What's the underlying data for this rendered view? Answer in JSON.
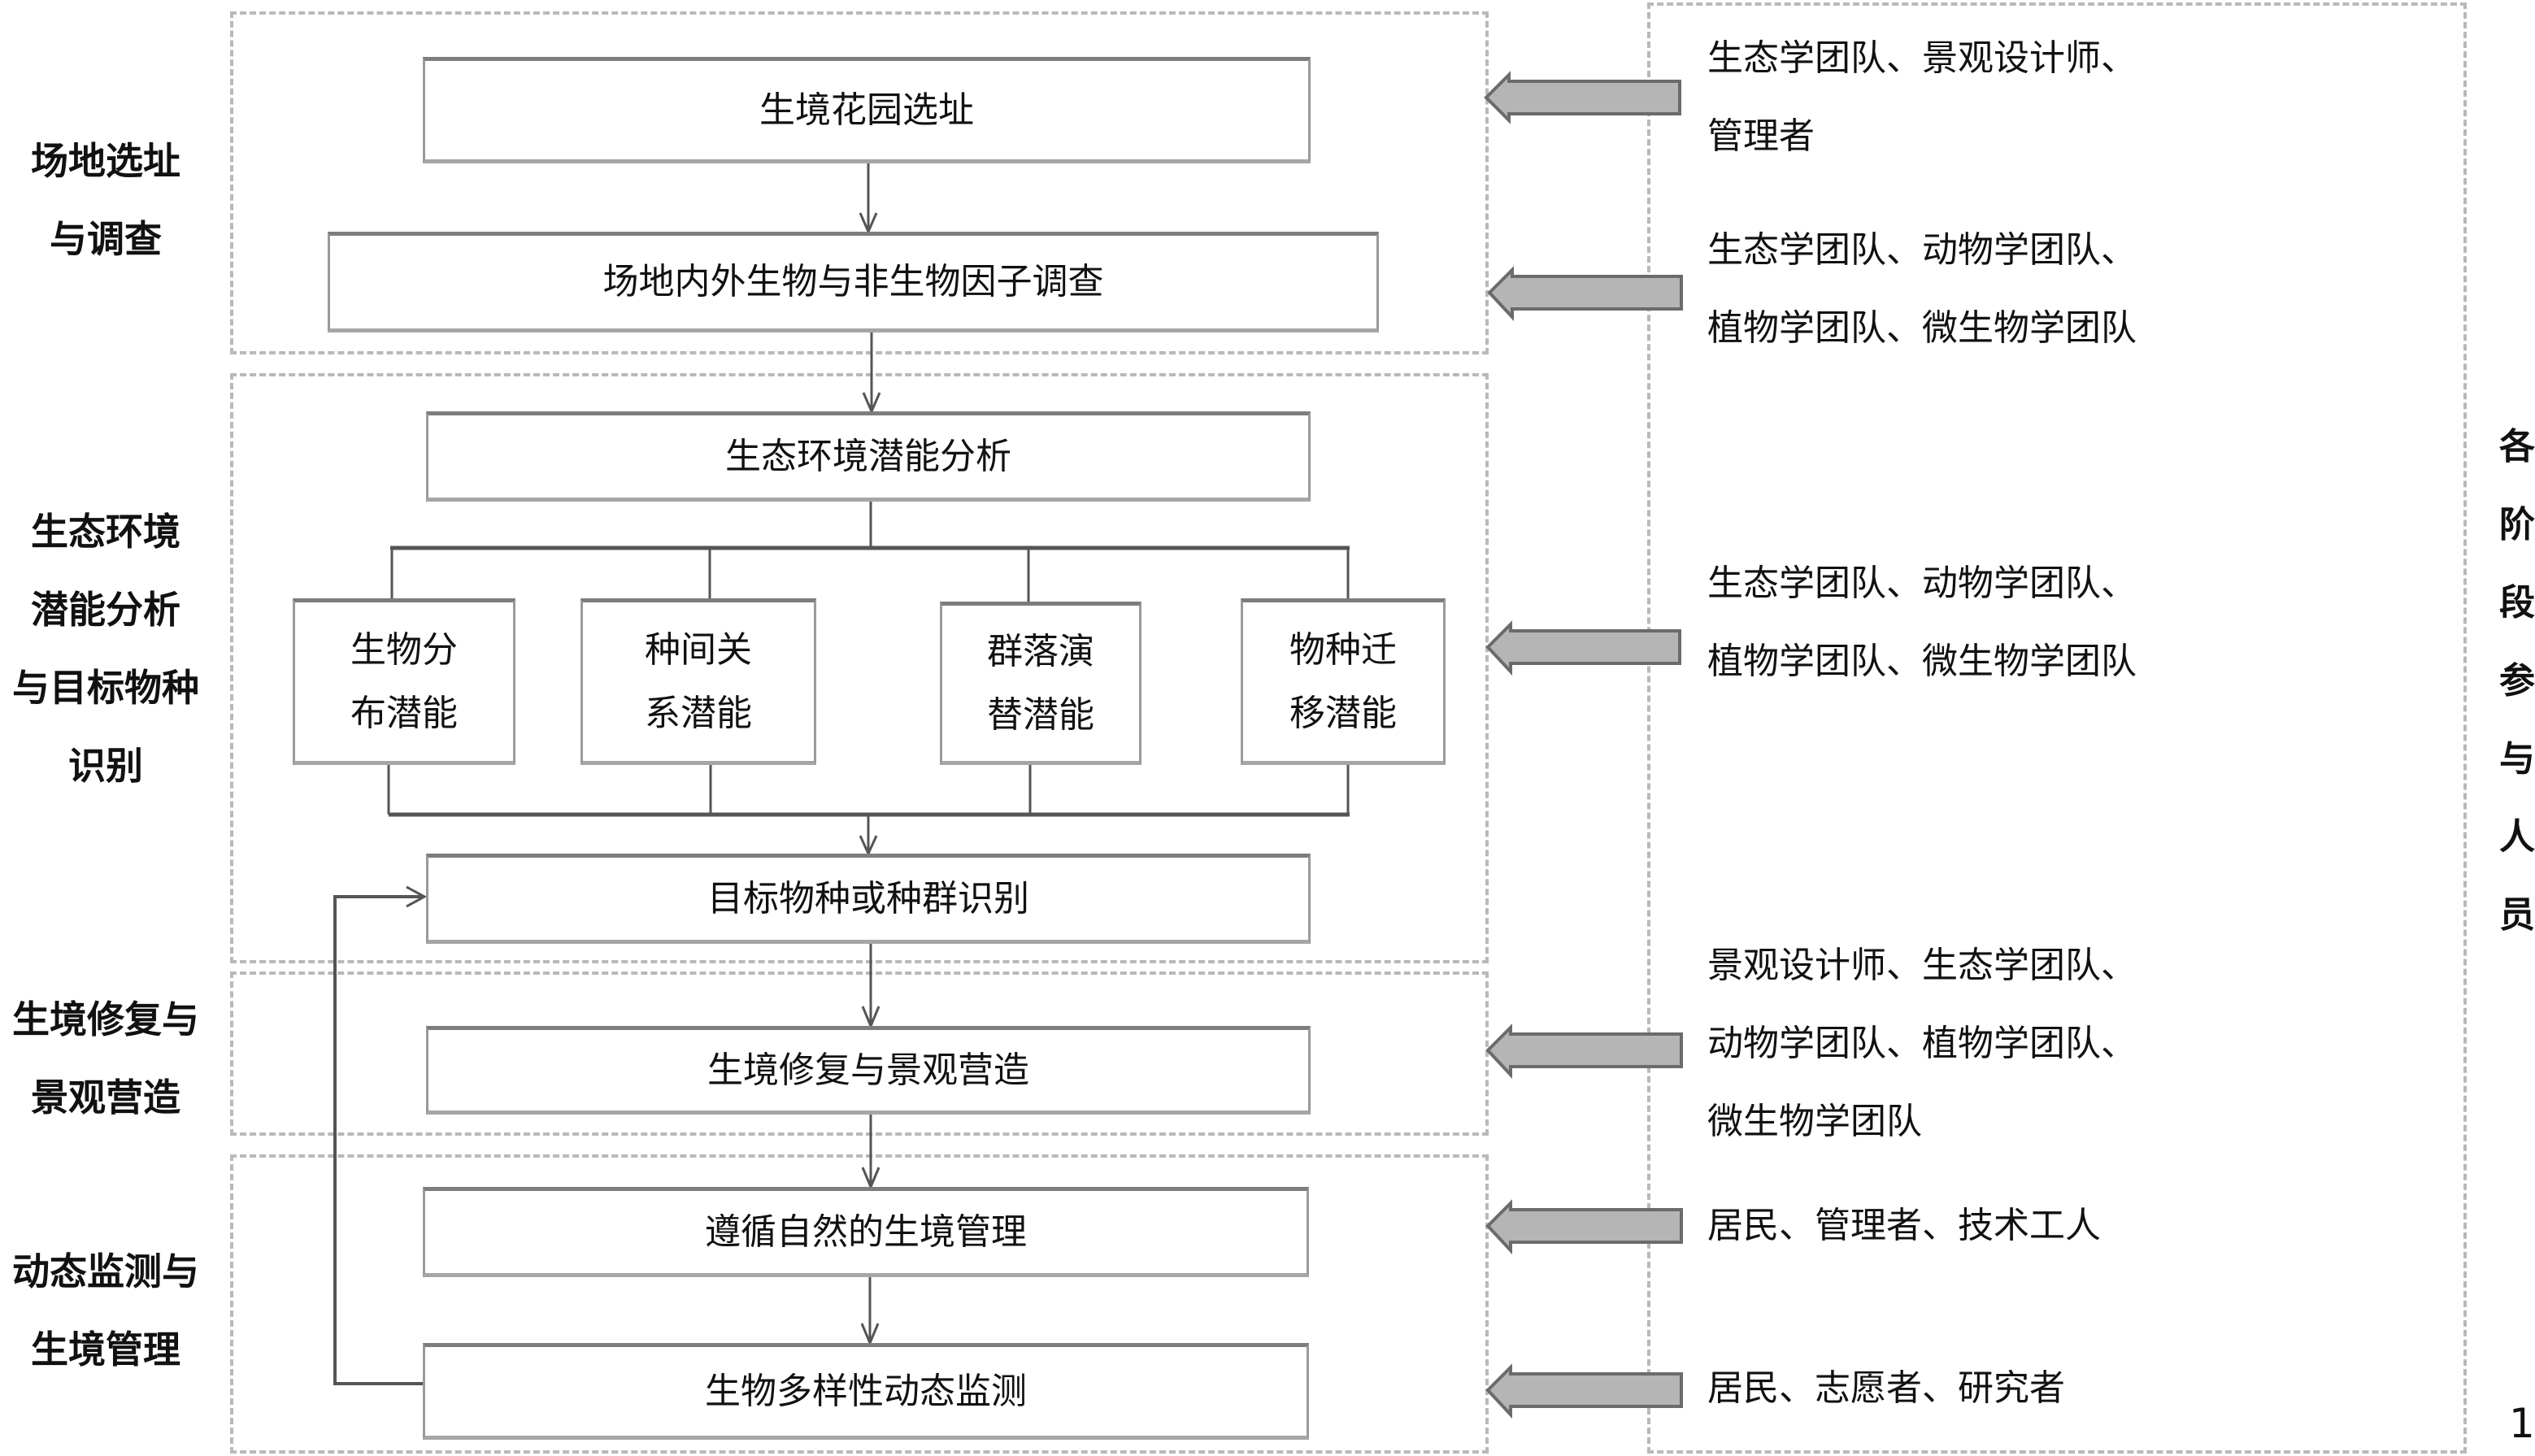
{
  "stages": [
    {
      "label_lines": [
        "场地选址",
        "与调查"
      ]
    },
    {
      "label_lines": [
        "生态环境",
        "潜能分析",
        "与目标物种",
        "识别"
      ]
    },
    {
      "label_lines": [
        "生境修复与",
        "景观营造"
      ]
    },
    {
      "label_lines": [
        "动态监测与",
        "生境管理"
      ]
    }
  ],
  "boxes": {
    "site_selection": "生境花园选址",
    "factor_survey": "场地内外生物与非生物因子调查",
    "potential_analysis": "生态环境潜能分析",
    "target_species": "目标物种或种群识别",
    "restoration": "生境修复与景观营造",
    "management": "遵循自然的生境管理",
    "monitoring": "生物多样性动态监测"
  },
  "sub_boxes": [
    {
      "lines": [
        "生物分",
        "布潜能"
      ]
    },
    {
      "lines": [
        "种间关",
        "系潜能"
      ]
    },
    {
      "lines": [
        "群落演",
        "替潜能"
      ]
    },
    {
      "lines": [
        "物种迁",
        "移潜能"
      ]
    }
  ],
  "participants": [
    {
      "lines": [
        "生态学团队、景观设计师、",
        "管理者"
      ]
    },
    {
      "lines": [
        "生态学团队、动物学团队、",
        "植物学团队、微生物学团队"
      ]
    },
    {
      "lines": [
        "生态学团队、动物学团队、",
        "植物学团队、微生物学团队"
      ]
    },
    {
      "lines": [
        "景观设计师、生态学团队、",
        "动物学团队、植物学团队、",
        "微生物学团队"
      ]
    },
    {
      "lines": [
        "居民、管理者、技术工人"
      ]
    },
    {
      "lines": [
        "居民、志愿者、研究者"
      ]
    }
  ],
  "participants_title": [
    "各",
    "阶",
    "段",
    "参",
    "与",
    "人",
    "员"
  ],
  "page_number": "1",
  "colors": {
    "dashed_border": "#b9b9b9",
    "box_border": "#8c8c8c",
    "block_arrow_fill": "#b5b5b5",
    "block_arrow_stroke": "#6b6b6b",
    "connector": "#555555"
  }
}
